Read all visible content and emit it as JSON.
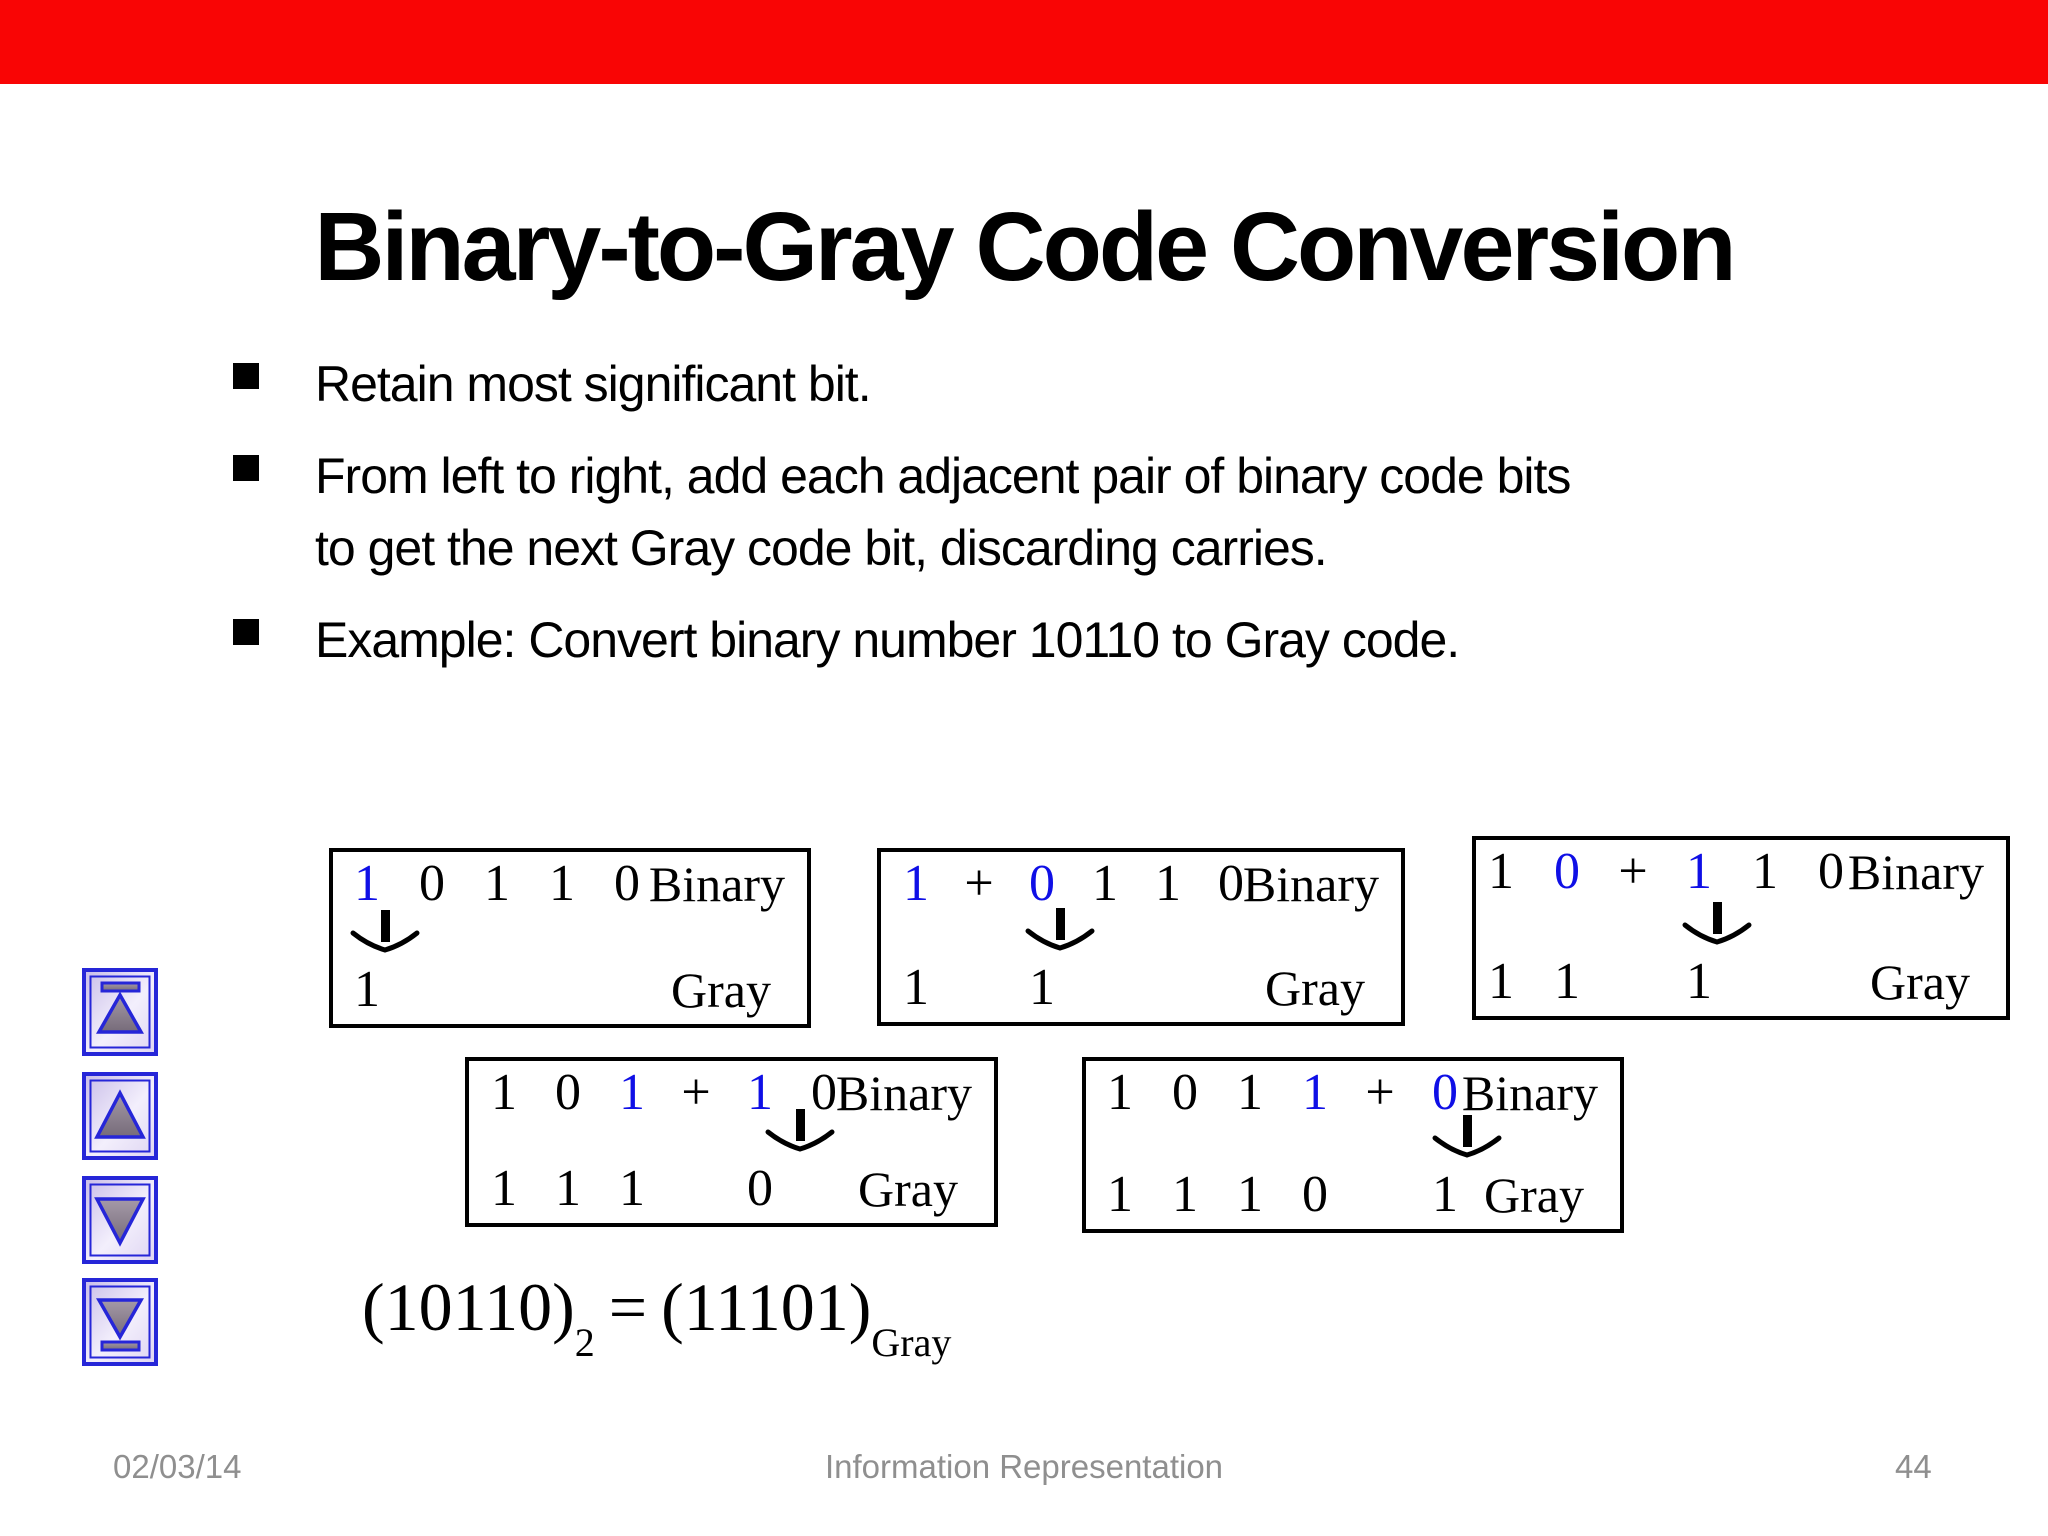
{
  "title": "Binary-to-Gray Code Conversion",
  "bullets": [
    {
      "lines": [
        "Retain most significant bit."
      ]
    },
    {
      "lines": [
        "From left to right, add each adjacent pair of binary code bits",
        "to get the next Gray code bit, discarding carries."
      ]
    },
    {
      "lines": [
        "Example: Convert binary number 10110 to Gray code."
      ]
    }
  ],
  "conversion_boxes": [
    {
      "binary_slots": [
        {
          "t": "1",
          "blue": true
        },
        {
          "t": "0"
        },
        {
          "t": "1"
        },
        {
          "t": "1"
        },
        {
          "t": "0"
        }
      ],
      "arrow_slot": 0,
      "gray_slots": [
        "1",
        "",
        "",
        "",
        ""
      ],
      "binary_label": "Binary",
      "gray_label": "Gray"
    },
    {
      "binary_slots": [
        {
          "t": "1",
          "blue": true
        },
        {
          "t": "+"
        },
        {
          "t": "0",
          "blue": true
        },
        {
          "t": "1"
        },
        {
          "t": "1"
        },
        {
          "t": "0"
        }
      ],
      "arrow_slot": 2,
      "gray_slots": [
        "1",
        "",
        "1",
        "",
        "",
        ""
      ],
      "binary_label": "Binary",
      "gray_label": "Gray"
    },
    {
      "binary_slots": [
        {
          "t": "1"
        },
        {
          "t": "0",
          "blue": true
        },
        {
          "t": "+"
        },
        {
          "t": "1",
          "blue": true
        },
        {
          "t": "1"
        },
        {
          "t": "0"
        }
      ],
      "arrow_slot": 3,
      "gray_slots": [
        "1",
        "1",
        "",
        "1",
        "",
        ""
      ],
      "binary_label": "Binary",
      "gray_label": "Gray"
    },
    {
      "binary_slots": [
        {
          "t": "1"
        },
        {
          "t": "0"
        },
        {
          "t": "1",
          "blue": true
        },
        {
          "t": "+"
        },
        {
          "t": "1",
          "blue": true
        },
        {
          "t": "0"
        }
      ],
      "arrow_slot": 4,
      "gray_slots": [
        "1",
        "1",
        "1",
        "",
        "0",
        ""
      ],
      "binary_label": "Binary",
      "gray_label": "Gray"
    },
    {
      "binary_slots": [
        {
          "t": "1"
        },
        {
          "t": "0"
        },
        {
          "t": "1"
        },
        {
          "t": "1",
          "blue": true
        },
        {
          "t": "+"
        },
        {
          "t": "0",
          "blue": true
        }
      ],
      "arrow_slot": 5,
      "gray_slots": [
        "1",
        "1",
        "1",
        "0",
        "",
        "1"
      ],
      "binary_label": "Binary",
      "gray_label": "Gray"
    }
  ],
  "result_formula": {
    "lhs": "(10110)",
    "lhs_sub": "2",
    "equals": "=",
    "rhs": "(11101)",
    "rhs_sub": "Gray"
  },
  "nav_buttons": [
    {
      "name": "first-slide-button",
      "icon": "go-first-icon",
      "glyph": "bar-up"
    },
    {
      "name": "previous-slide-button",
      "icon": "go-previous-icon",
      "glyph": "up"
    },
    {
      "name": "next-slide-button",
      "icon": "go-next-icon",
      "glyph": "down"
    },
    {
      "name": "last-slide-button",
      "icon": "go-last-icon",
      "glyph": "down-bar"
    }
  ],
  "footer": {
    "date": "02/03/14",
    "center": "Information Representation",
    "page_number": "44"
  },
  "colors": {
    "top_bar_red": "#f90505",
    "digit_blue": "#0f0fe6",
    "text_black": "#000000",
    "footer_gray": "#8f8f8f",
    "button_border_blue": "#2626d8",
    "button_fill_light": "#f3effc",
    "button_fill_dark": "#c8bce8",
    "triangle_gray_light": "#a59aa8",
    "triangle_gray_dark": "#766b79"
  }
}
